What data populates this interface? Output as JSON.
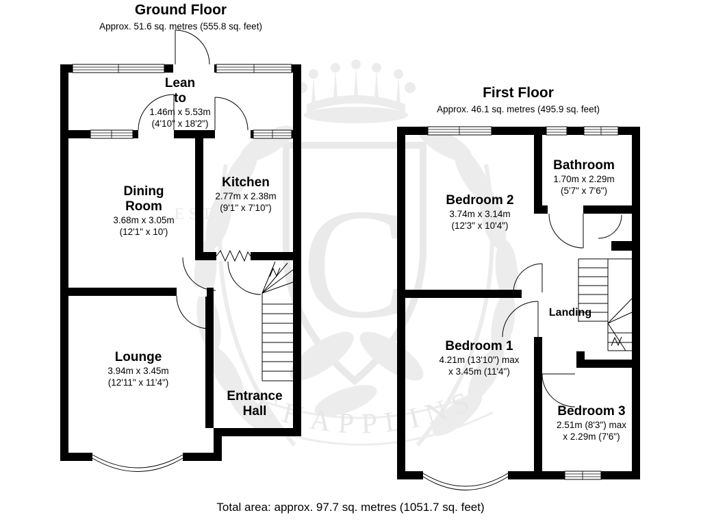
{
  "ground_floor": {
    "title": "Ground Floor",
    "subtitle": "Approx. 51.6 sq. metres (555.8 sq. feet)",
    "rooms": {
      "lean_to": {
        "name": "Lean\nto",
        "line1": "1.46m x 5.53m",
        "line2": "(4'10\" x 18'2\")"
      },
      "dining_room": {
        "name": "Dining\nRoom",
        "line1": "3.68m x 3.05m",
        "line2": "(12'1\" x 10')"
      },
      "kitchen": {
        "name": "Kitchen",
        "line1": "2.77m x 2.38m",
        "line2": "(9'1\" x 7'10\")"
      },
      "lounge": {
        "name": "Lounge",
        "line1": "3.94m x 3.45m",
        "line2": "(12'11\" x 11'4\")"
      },
      "entrance_hall": {
        "name": "Entrance\nHall"
      }
    }
  },
  "first_floor": {
    "title": "First Floor",
    "subtitle": "Approx. 46.1 sq. metres (495.9 sq. feet)",
    "rooms": {
      "bathroom": {
        "name": "Bathroom",
        "line1": "1.70m x 2.29m",
        "line2": "(5'7\" x 7'6\")"
      },
      "bedroom2": {
        "name": "Bedroom 2",
        "line1": "3.74m x 3.14m",
        "line2": "(12'3\" x 10'4\")"
      },
      "bedroom1": {
        "name": "Bedroom 1",
        "line1": "4.21m (13'10\") max",
        "line2": "x 3.45m (11'4\")"
      },
      "landing": {
        "name": "Landing"
      },
      "bedroom3": {
        "name": "Bedroom 3",
        "line1": "2.51m (8'3\") max",
        "line2": "x 2.29m (7'6\")"
      }
    }
  },
  "footer": {
    "total_area": "Total area: approx. 97.7 sq. metres (1051.7 sq. feet)"
  },
  "watermark": {
    "brand": "CHAPPLINS",
    "initial": "C",
    "established": "EST"
  },
  "colors": {
    "walls": "#000000",
    "background": "#ffffff",
    "watermark": "#ececec"
  }
}
